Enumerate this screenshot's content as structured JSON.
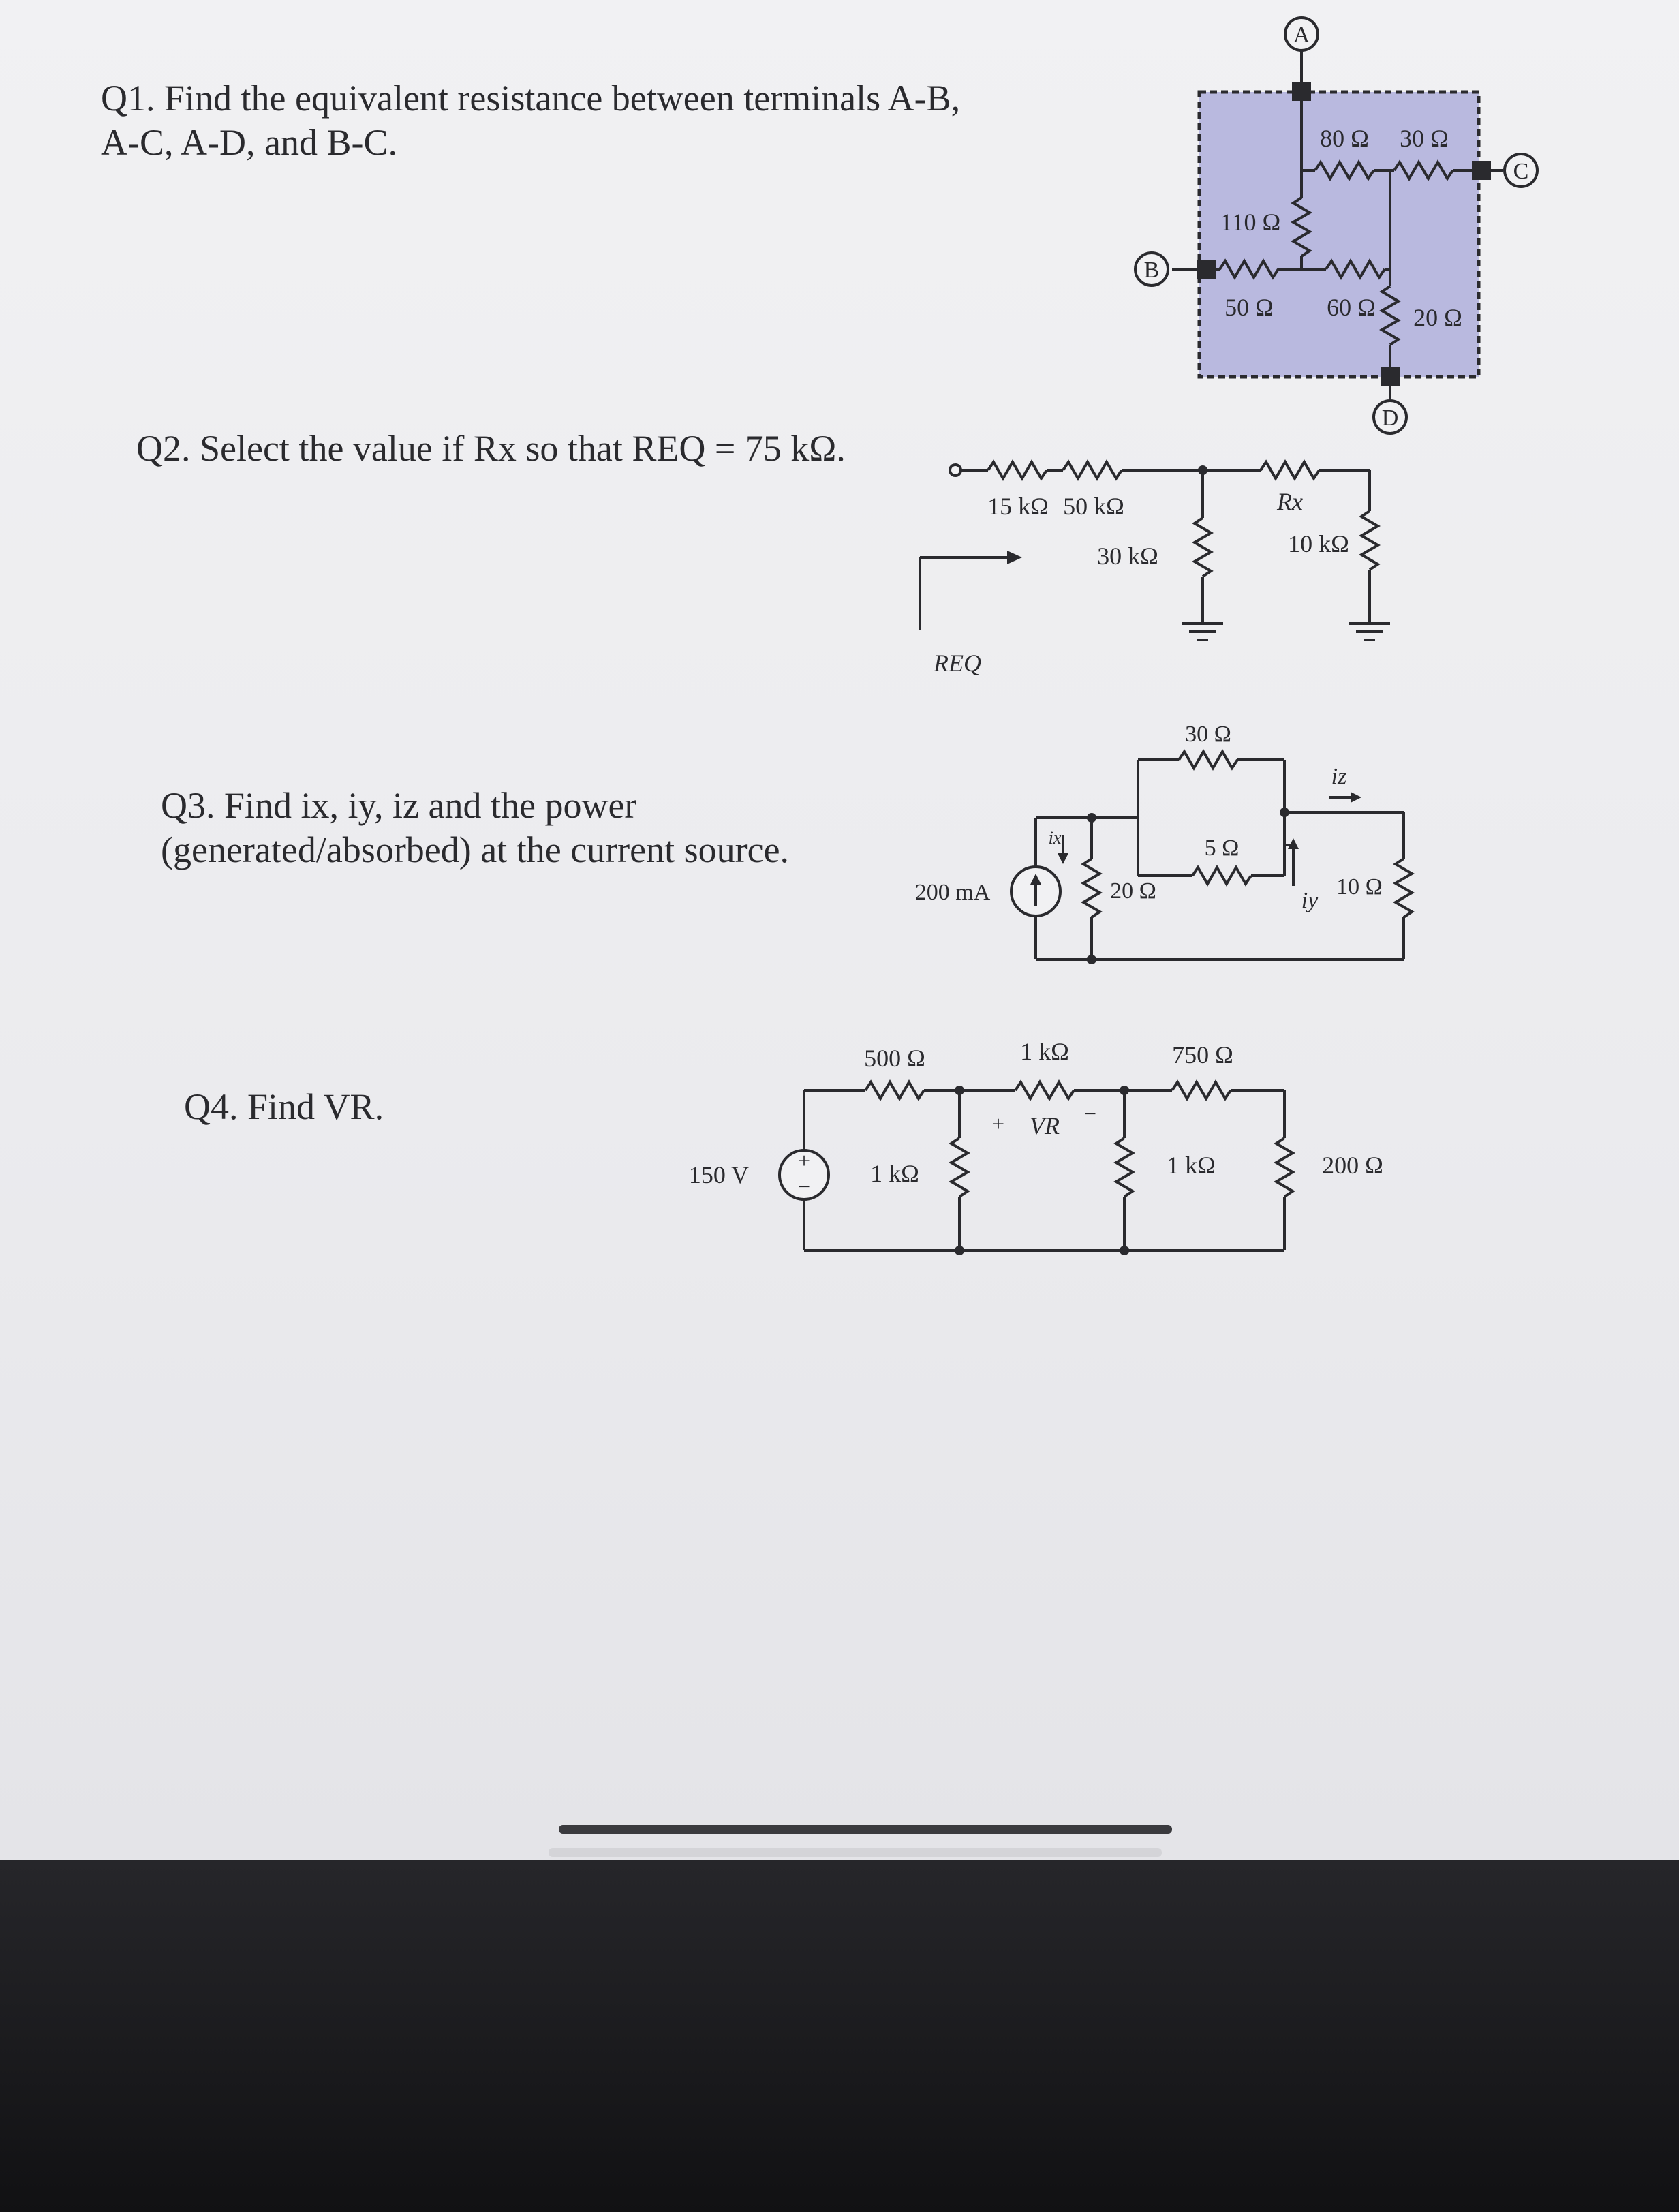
{
  "questions": {
    "q1": "Q1. Find the equivalent resistance between terminals A-B,\nA-C, A-D, and B-C.",
    "q2": "Q2. Select the value if Rx so that REQ = 75 kΩ.",
    "q3": "Q3. Find ix, iy, iz and the power\n(generated/absorbed) at the current source.",
    "q4": "Q4. Find VR."
  },
  "circuit1": {
    "terminals": {
      "a": "A",
      "b": "B",
      "c": "C",
      "d": "D"
    },
    "r80": "80 Ω",
    "r30": "30 Ω",
    "r110": "110 Ω",
    "r50": "50 Ω",
    "r60": "60 Ω",
    "r20": "20 Ω",
    "box_color": "#b9b9df"
  },
  "circuit2": {
    "r15": "15 kΩ",
    "r50": "50 kΩ",
    "r30": "30 kΩ",
    "rx": "Rx",
    "r10": "10 kΩ",
    "req": "REQ"
  },
  "circuit3": {
    "r30": "30 Ω",
    "r5": "5 Ω",
    "r20": "20 Ω",
    "r10": "10 Ω",
    "source": "200 mA",
    "ix": "ix",
    "iy": "iy",
    "iz": "iz"
  },
  "circuit4": {
    "r500": "500 Ω",
    "r1k_series": "1 kΩ",
    "r750": "750 Ω",
    "source": "150 V",
    "r1k_a": "1 kΩ",
    "r1k_b": "1 kΩ",
    "r200": "200 Ω",
    "vr": "VR",
    "plus": "+",
    "minus": "−"
  }
}
